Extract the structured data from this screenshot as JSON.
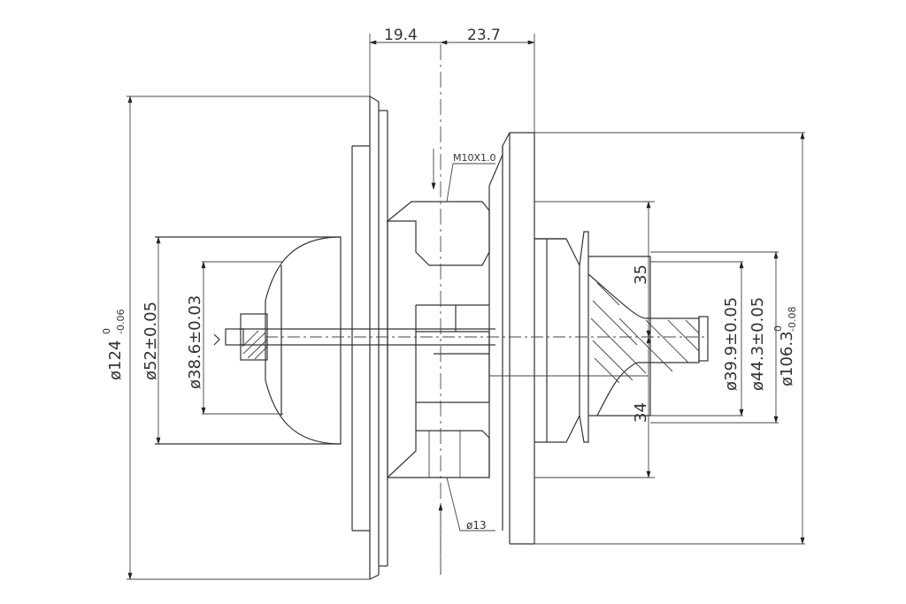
{
  "drawing": {
    "dims": {
      "top_left": "19.4",
      "top_right": "23.7",
      "thread": "M10X1.0",
      "bore": "ø13",
      "d124": "ø124",
      "d124_tol_upper": "0",
      "d124_tol_lower": "-0.06",
      "d52": "ø52±0.05",
      "d38": "ø38.6±0.03",
      "r35": "35",
      "r34": "34",
      "d39": "ø39.9±0.05",
      "d44": "ø44.3±0.05",
      "d106": "ø106.3",
      "d106_tol_upper": "0",
      "d106_tol_lower": "-0.08"
    }
  }
}
